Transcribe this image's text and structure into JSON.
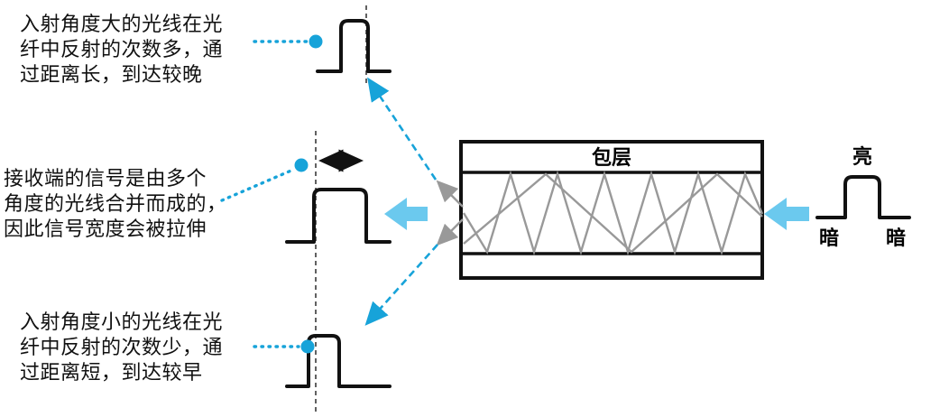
{
  "colors": {
    "cyan": "#17a3d9",
    "cyan_light": "#6bc9ee",
    "gray": "#999999",
    "black": "#111111"
  },
  "annotations": {
    "large_angle": {
      "lines": [
        "入射角度大的光线在光",
        "纤中反射的次数多，通",
        "过距离长，到达较晚"
      ]
    },
    "receiver": {
      "lines": [
        "接收端的信号是由多个",
        "角度的光线合并而成的，",
        "因此信号宽度会被拉伸"
      ]
    },
    "small_angle": {
      "lines": [
        "入射角度小的光线在光",
        "纤中反射的次数少，通",
        "过距离短，到达较早"
      ]
    }
  },
  "fiber": {
    "cladding_label": "包层"
  },
  "input_signal": {
    "high": "亮",
    "low_left": "暗",
    "low_right": "暗"
  }
}
